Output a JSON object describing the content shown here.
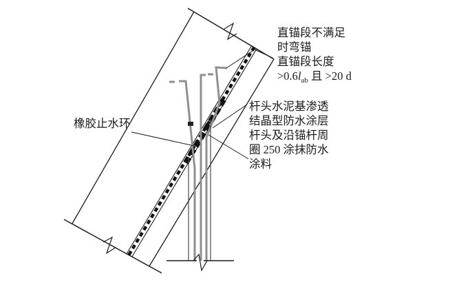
{
  "drawing": {
    "title": "anchor-rod-waterproofing-detail",
    "labels": {
      "rubber_waterstop": "橡胶止水环",
      "bend_note_lines": [
        "直锚段不满足",
        "时弯锚",
        "直锚段长度"
      ],
      "bend_formula": {
        "prefix": ">0.6",
        "symbol": "l",
        "subscript": "ab",
        "suffix": " 且 >20 d"
      },
      "coating_note_lines": [
        "杆头水泥基渗透",
        "结晶型防水涂层",
        "杆头及沿锚杆周",
        "圈 250 涂抹防水",
        "涂料"
      ]
    },
    "colors": {
      "line": "#1a1a1a",
      "rod": "#8f8f8f",
      "coating": "#111111",
      "borehole": "#4a4a4a",
      "text": "#1c1c1c",
      "background": "#ffffff"
    }
  }
}
